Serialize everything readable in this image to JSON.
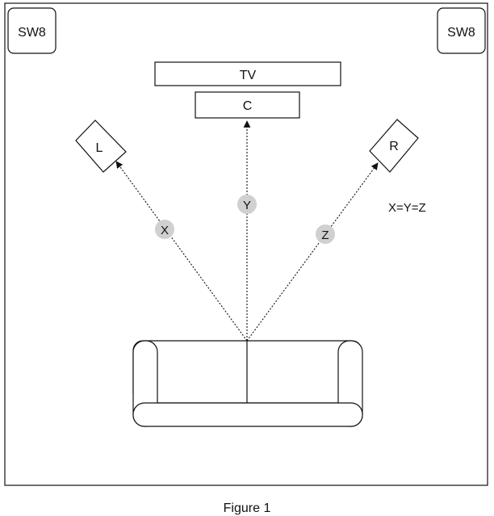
{
  "subwoofers": {
    "left_label": "SW8",
    "right_label": "SW8"
  },
  "speakers": {
    "tv": "TV",
    "center": "C",
    "left": "L",
    "right": "R"
  },
  "distances": {
    "x": "X",
    "y": "Y",
    "z": "Z"
  },
  "equation": "X=Y=Z",
  "caption": "Figure 1",
  "colors": {
    "line": "#111111",
    "badge_fill": "#d0d0d0",
    "background": "#ffffff"
  }
}
